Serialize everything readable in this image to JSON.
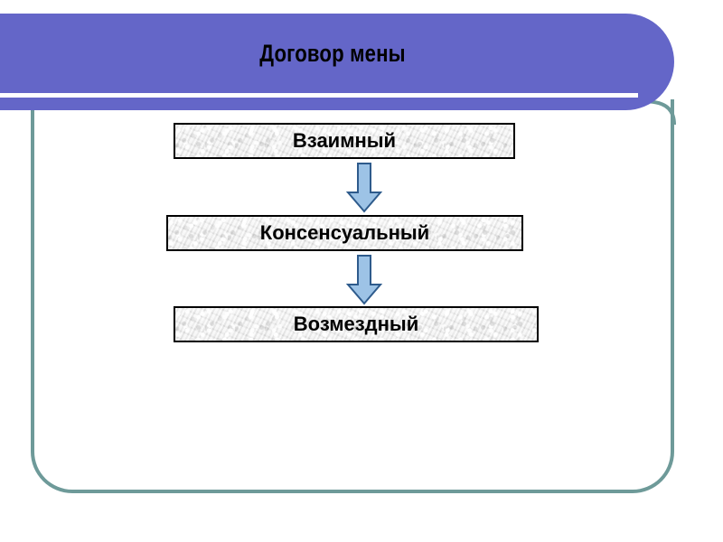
{
  "slide": {
    "title": "Договор мены",
    "background_color": "#FFFFFF",
    "banner_color": "#6466C8",
    "frame_border_color": "#6E9A99",
    "underline_color": "#FFFFFF"
  },
  "diagram": {
    "type": "vertical-flow",
    "box_fill_color": "#ECECEC",
    "box_border_color": "#000000",
    "arrow_fill_color": "#9DC3E6",
    "arrow_border_color": "#2E5B8C",
    "boxes": [
      {
        "label": "Взаимный"
      },
      {
        "label": "Консенсуальный"
      },
      {
        "label": "Возмездный"
      }
    ],
    "arrows": [
      {
        "name": "arrow-down-1",
        "direction": "down"
      },
      {
        "name": "arrow-down-2",
        "direction": "down"
      }
    ]
  }
}
